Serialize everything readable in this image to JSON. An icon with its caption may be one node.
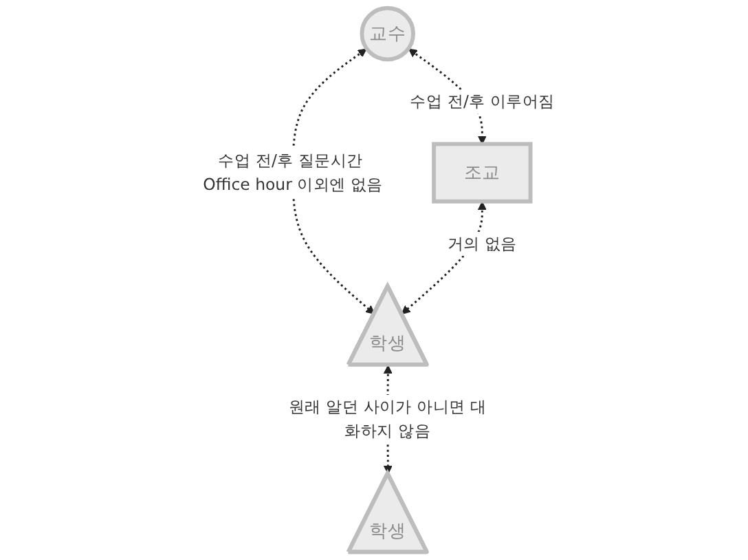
{
  "diagram": {
    "nodes": [
      {
        "text": [
          "교수"
        ]
      },
      {
        "text": [
          "조교"
        ]
      },
      {
        "text": [
          "학생"
        ]
      },
      {
        "text": [
          "학생"
        ]
      }
    ],
    "edges": [
      {
        "from": 0,
        "to": 1,
        "arrow": "both",
        "style": "dashed",
        "label": "수업 전/후 이루어짐"
      },
      {
        "from": 0,
        "to": 2,
        "arrow": "both",
        "style": "dashed",
        "label": "수업 전/후 질문시간 Office hour 이외엔 없음"
      },
      {
        "from": 1,
        "to": 2,
        "arrow": "both",
        "style": "dashed",
        "label": "거의 없음"
      },
      {
        "from": 2,
        "to": 3,
        "arrow": "both",
        "style": "dashed",
        "label": "원래 알던 사이가 아니면 대화하지 않음"
      }
    ]
  }
}
